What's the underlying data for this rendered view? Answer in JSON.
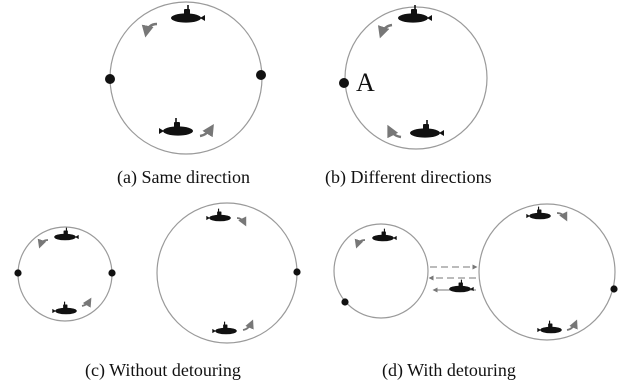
{
  "captions": {
    "a": "(a)  Same direction",
    "b": "(b)  Different directions",
    "c": "(c)  Without detouring",
    "d": "(d)  With detouring"
  },
  "labels": {
    "point_a": "A"
  },
  "colors": {
    "line": "#9a9a9a",
    "submarine": "#111111",
    "arrow": "#777777",
    "node": "#111111"
  },
  "icons": {
    "vehicle": "submarine-icon",
    "direction": "curved-arrow-icon",
    "node": "dot-icon"
  }
}
